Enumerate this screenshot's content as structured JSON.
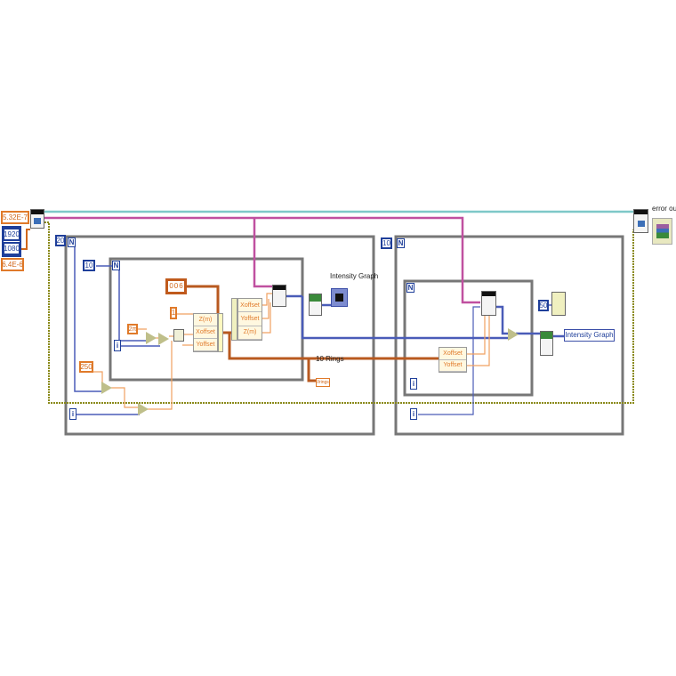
{
  "constants": {
    "wavelength": "5.32E-7",
    "width_px": "1920",
    "height_px": "1080",
    "pixel_pitch": "6.4E-6",
    "outer_loop_count": "20",
    "inner_loop_count": "10",
    "array_const": [
      "0",
      "0",
      "6"
    ],
    "one": "1",
    "two_pi": "2π",
    "radius_step": "250",
    "loop2_count": "10",
    "wait_ms": "50"
  },
  "loop_terminals": {
    "count": "N",
    "iteration": "i"
  },
  "clusters": {
    "bundle1": [
      "Z(m)",
      "Xoffset",
      "Yoffset"
    ],
    "bundle2": [
      "Xoffset",
      "Yoffset",
      "Z(m)"
    ],
    "unbundle2": [
      "Xoffset",
      "Yoffset"
    ]
  },
  "labels": {
    "intensity_graph_1": "Intensity Graph",
    "rings": "10 Rings",
    "rings_indicator": "I/rings",
    "intensity_graph_2": "Intensity Graph",
    "error_out": "error out"
  },
  "colors": {
    "numeric_float": "#e07a2a",
    "numeric_int": "#1f3f9a",
    "error_wire": "#8a8a1a",
    "refnum_wire": "#c050a0",
    "cyan_wire": "#7ec8c8",
    "array_wire": "#b8591f"
  }
}
